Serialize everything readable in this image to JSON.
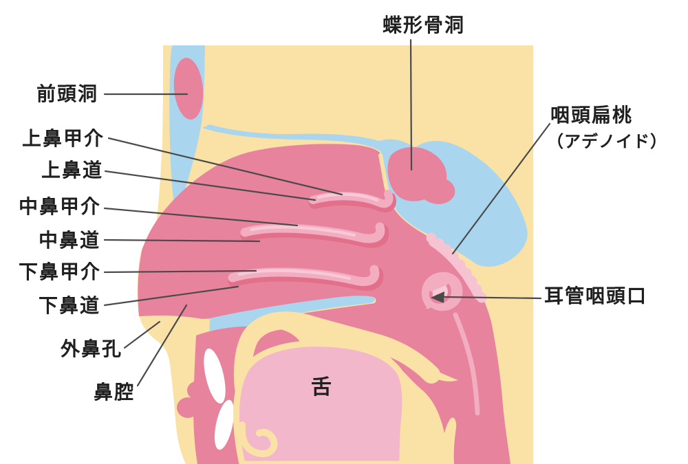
{
  "figure": {
    "kind": "anatomical-cross-section-diagram",
    "language": "Japanese"
  },
  "labels": {
    "frontal_sinus": "前頭洞",
    "superior_concha": "上鼻甲介",
    "superior_meatus": "上鼻道",
    "middle_concha": "中鼻甲介",
    "middle_meatus": "中鼻道",
    "inferior_concha": "下鼻甲介",
    "inferior_meatus": "下鼻道",
    "external_naris": "外鼻孔",
    "nasal_cavity": "鼻腔",
    "sphenoid_sinus": "蝶形骨洞",
    "pharyngeal_tonsil_line1": "咽頭扁桃",
    "pharyngeal_tonsil_line2": "（アデノイド）",
    "eustachian_tube_opening": "耳管咽頭口",
    "tongue": "舌"
  },
  "palette": {
    "background": "#FFFFFF",
    "skin_cream": "#FAE2A7",
    "bone_blue": "#A9D6EE",
    "mucosa_pink": "#E8839D",
    "deep_pink": "#E2708A",
    "concha_pink": "#F2ADC1",
    "highlight_pink": "#F7C8D6",
    "tongue_pink": "#F3B7CB",
    "adenoid_pink": "#F6C3D3",
    "tooth_white": "#FFFFFF",
    "leader_line": "#4A4A4A",
    "label_text": "#1F1F1F"
  }
}
